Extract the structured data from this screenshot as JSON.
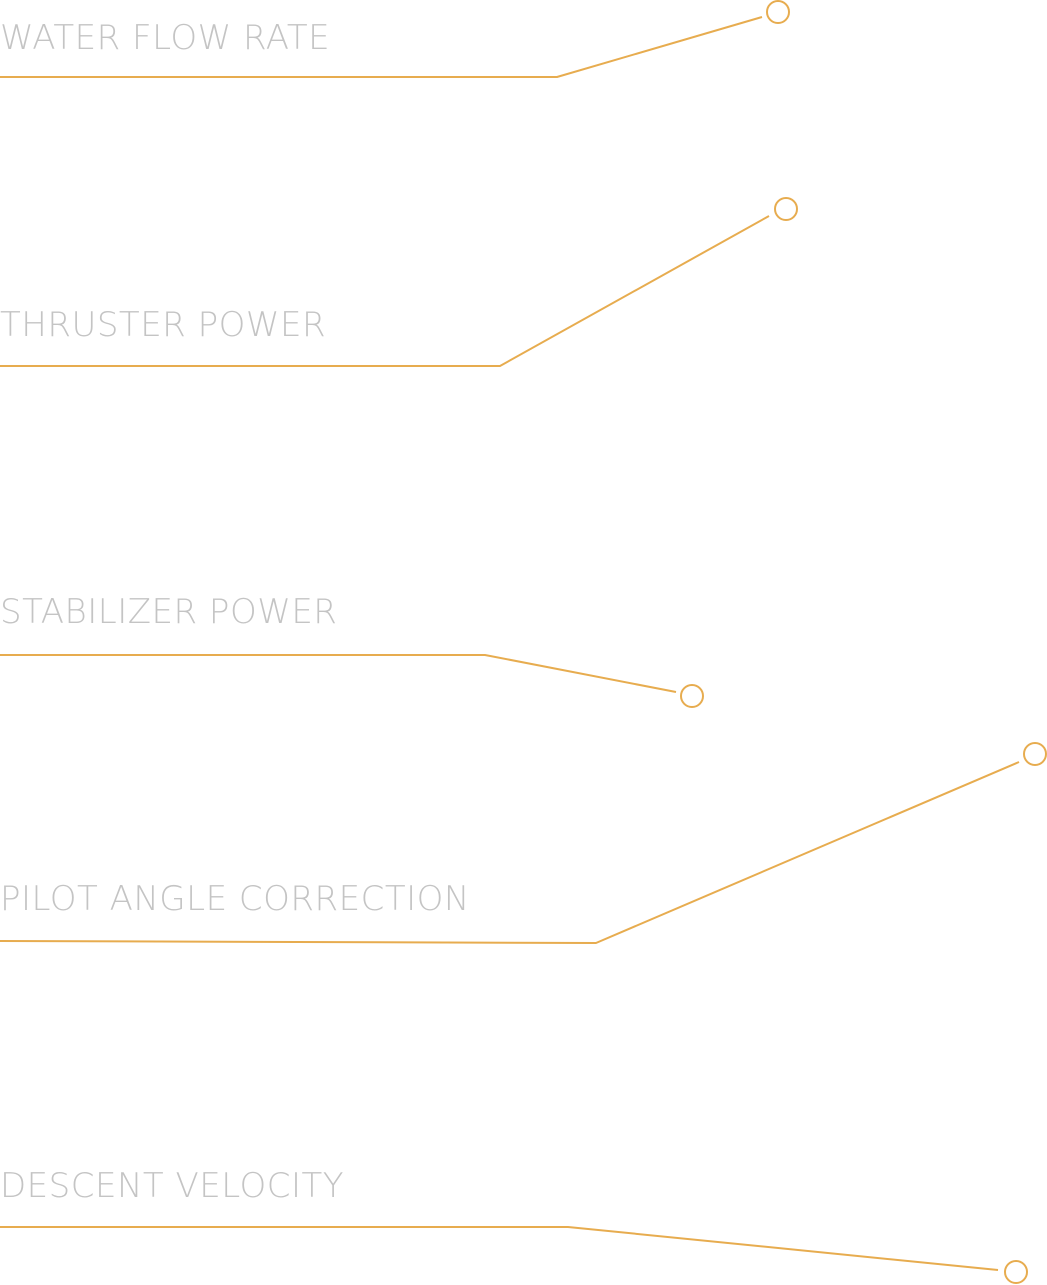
{
  "style": {
    "accent_color": "#e7ac4f",
    "label_color": "#c4c4c4",
    "background": "#ffffff"
  },
  "callouts": [
    {
      "label": "WATER FLOW RATE"
    },
    {
      "label": "THRUSTER POWER"
    },
    {
      "label": "STABILIZER POWER"
    },
    {
      "label": "PILOT ANGLE CORRECTION"
    },
    {
      "label": "DESCENT VELOCITY"
    }
  ]
}
